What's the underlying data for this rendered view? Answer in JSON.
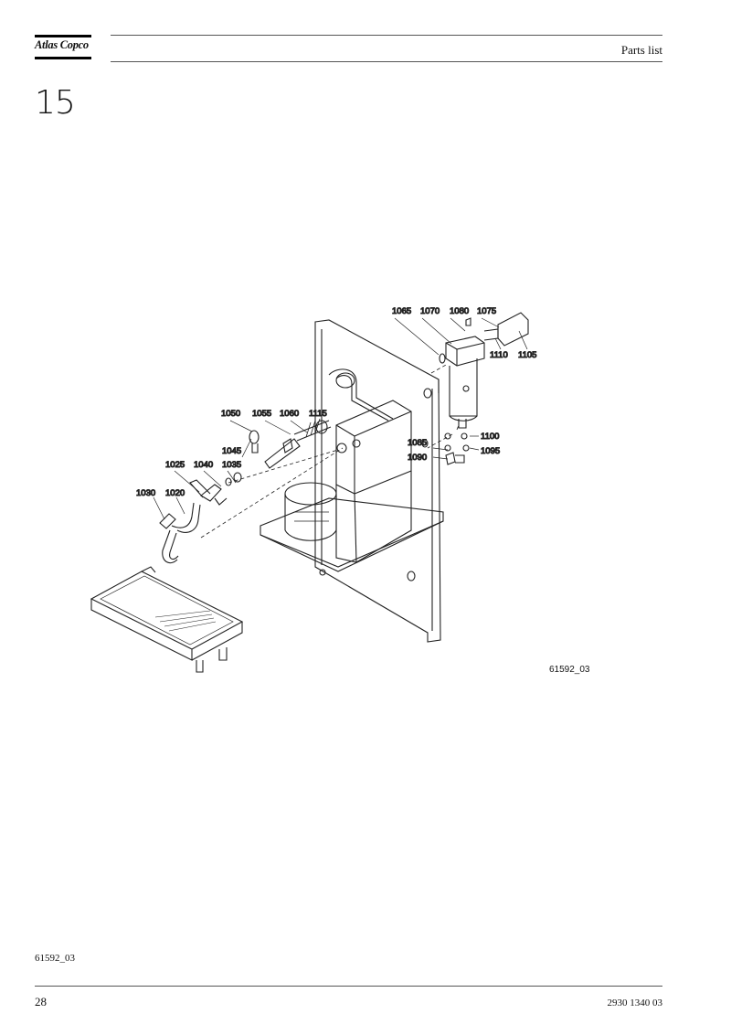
{
  "header": {
    "brand": "Atlas Copco",
    "title": "Parts list",
    "chapter": "15"
  },
  "figure": {
    "callouts": [
      "1065",
      "1070",
      "1080",
      "1075",
      "1110",
      "1105",
      "1050",
      "1055",
      "1060",
      "1115",
      "1085",
      "1090",
      "1100",
      "1095",
      "1045",
      "1025",
      "1040",
      "1035",
      "1030",
      "1020"
    ],
    "figure_id": "61592_03"
  },
  "footer": {
    "reference": "61592_03",
    "page_number": "28",
    "document_number": "2930 1340 03"
  }
}
